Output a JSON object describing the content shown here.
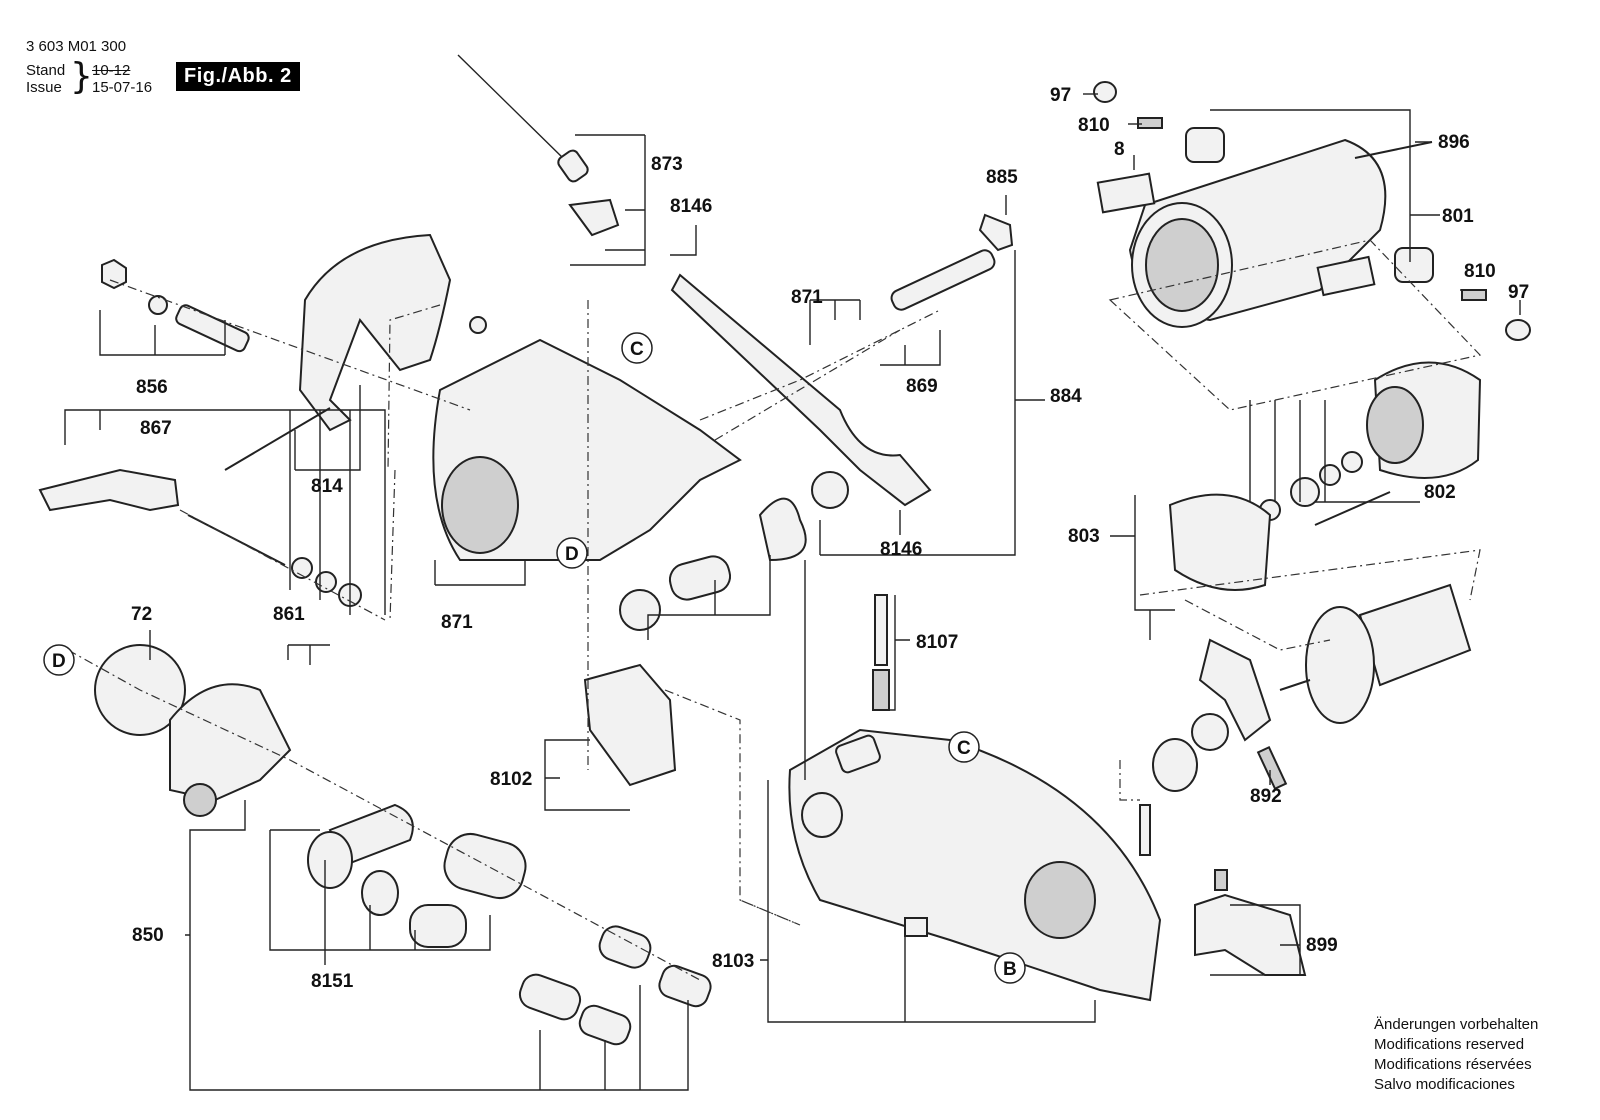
{
  "header": {
    "doc_number": "3 603 M01 300",
    "stand_label": "Stand",
    "issue_label": "Issue",
    "stand_value": "10-12",
    "issue_value": "15-07-16",
    "figure_label": "Fig./Abb. 2"
  },
  "part_labels": {
    "p97a": "97",
    "p810a": "810",
    "p8": "8",
    "p896": "896",
    "p801": "801",
    "p810b": "810",
    "p97b": "97",
    "p802": "802",
    "p803": "803",
    "p892": "892",
    "p899": "899",
    "p873": "873",
    "p8146a": "8146",
    "p885": "885",
    "p871a": "871",
    "p869": "869",
    "p884": "884",
    "p8146b": "8146",
    "p856": "856",
    "p814": "814",
    "p867": "867",
    "p871b": "871",
    "p72": "72",
    "p861": "861",
    "p8107": "8107",
    "p8102": "8102",
    "p850": "850",
    "p8151": "8151",
    "p8103": "8103"
  },
  "callouts": {
    "c1": "C",
    "c2": "D",
    "c3": "D",
    "c4": "C",
    "c5": "B"
  },
  "notes": [
    "Änderungen vorbehalten",
    "Modifications reserved",
    "Modifications réservées",
    "Salvo modificaciones"
  ]
}
